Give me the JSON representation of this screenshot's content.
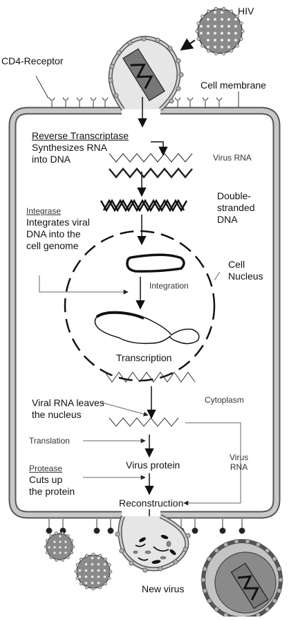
{
  "labels": {
    "hiv": "HIV",
    "cd4_receptor": "CD4-Receptor",
    "cell_membrane": "Cell membrane",
    "reverse_transcriptase_title": "Reverse Transcriptase",
    "reverse_transcriptase_desc": "Synthesizes RNA\ninto DNA",
    "virus_rna_1": "Virus RNA",
    "double_stranded_dna": "Double-\nstranded\nDNA",
    "integrase_title": "Integrase",
    "integrase_desc": "Integrates viral\nDNA into the\ncell genome",
    "cell_nucleus": "Cell\nNucleus",
    "integration": "Integration",
    "transcription": "Transcription",
    "viral_rna_leaves": "Viral RNA leaves\nthe nucleus",
    "cytoplasm": "Cytoplasm",
    "translation": "Translation",
    "virus_protein": "Virus protein",
    "virus_rna_2": "Virus\nRNA",
    "protease_title": "Protease",
    "protease_desc": "Cuts up\nthe protein",
    "reconstruction": "Reconstruction",
    "new_virus": "New virus"
  },
  "colors": {
    "membrane_fill": "#c8c8c8",
    "membrane_stroke": "#555555",
    "virus_fill": "#8a8a8a",
    "knob_fill": "#b0b0b0",
    "ink": "#111111"
  }
}
